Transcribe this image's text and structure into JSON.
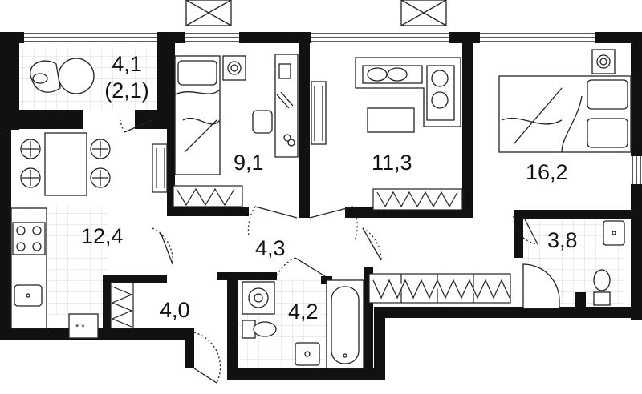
{
  "rooms": [
    {
      "id": "loggia",
      "area": "4,1",
      "area_note": "(2,1)"
    },
    {
      "id": "bedroom-small",
      "area": "9,1"
    },
    {
      "id": "living",
      "area": "11,3"
    },
    {
      "id": "bedroom-master",
      "area": "16,2"
    },
    {
      "id": "kitchen",
      "area": "12,4"
    },
    {
      "id": "corridor",
      "area": "4,3"
    },
    {
      "id": "bathroom-master",
      "area": "3,8"
    },
    {
      "id": "bathroom",
      "area": "4,2"
    },
    {
      "id": "hall",
      "area": "4,0"
    }
  ],
  "colors": {
    "wall": "#111111",
    "grid": "#d8d8d8",
    "line": "#222222",
    "background": "#ffffff"
  },
  "icons": [
    "window-ac-unit-icon",
    "stove-icon",
    "sink-icon",
    "toilet-icon",
    "bathtub-icon",
    "shower-icon",
    "bed-icon",
    "sofa-icon",
    "table-icon",
    "chair-icon",
    "wardrobe-icon",
    "armchair-icon"
  ]
}
